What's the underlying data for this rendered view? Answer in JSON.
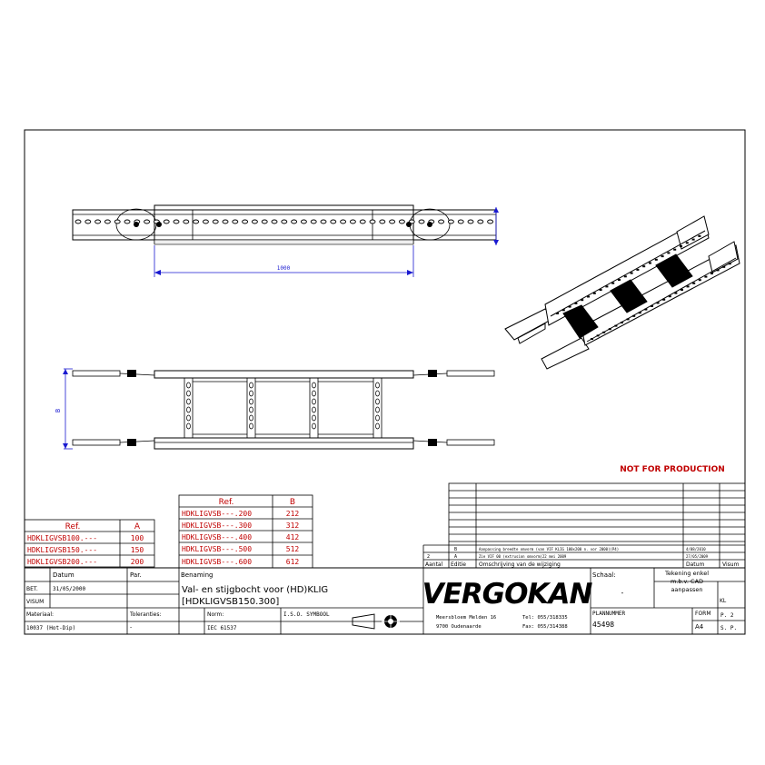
{
  "drawing": {
    "dim_length": "1000",
    "dim_b": "B",
    "watermark": "NOT FOR PRODUCTION"
  },
  "table_a": {
    "headers": [
      "Ref.",
      "A"
    ],
    "rows": [
      [
        "HDKLIGVSB100.---",
        "100"
      ],
      [
        "HDKLIGVSB150.---",
        "150"
      ],
      [
        "HDKLIGVSB200.---",
        "200"
      ]
    ]
  },
  "table_b": {
    "headers": [
      "Ref.",
      "B"
    ],
    "rows": [
      [
        "HDKLIGVSB---.200",
        "212"
      ],
      [
        "HDKLIGVSB---.300",
        "312"
      ],
      [
        "HDKLIGVSB---.400",
        "412"
      ],
      [
        "HDKLIGVSB---.500",
        "512"
      ],
      [
        "HDKLIGVSB---.600",
        "612"
      ]
    ]
  },
  "revisions": {
    "rows": [
      [
        "",
        "B",
        "Aanpassing breedte omvorm (van VIF KLIG 100x200 n. vor 2000)(P4)",
        "4/08/2010",
        ""
      ],
      [
        "2",
        "A",
        "Zie VIF 00 (extrusion omvorm)22 mei 2009",
        "27/05/2009",
        ""
      ]
    ],
    "headers": [
      "Aantal",
      "Editie",
      "Omschrijving van de wijziging",
      "Datum",
      "Visum"
    ]
  },
  "title_block": {
    "datum_label": "Datum",
    "par_label": "Par.",
    "benaming_label": "Benaming",
    "bet_label": "BET.",
    "bet_date": "31/05/2000",
    "visum_label": "VISUM",
    "title_line1": "Val- en stijgbocht voor (HD)KLIG",
    "title_line2": "[HDKLIGVSB150.300]",
    "materiaal_label": "Materiaal:",
    "toleranties_label": "Toleranties:",
    "norm_label": "Norm:",
    "iso_label": "I.S.O. SYMBOOL",
    "materiaal_value": "10037 (Hot-Dip)",
    "toleranties_value": "-",
    "norm_value": "IEC 61537",
    "schaal_label": "Schaal:",
    "schaal_value": "-",
    "note": "Tekening enkel m.b.v. CAD aanpassen",
    "kl": "KL",
    "plannummer_label": "PLANNUMMER",
    "plannummer_value": "45498",
    "form_label": "FORM",
    "form_value": "A4",
    "p_value": "P. 2",
    "sp_value": "S. P."
  },
  "company": {
    "name": "VERGOKAN",
    "address1": "Meersbloem Melden 16",
    "address2": "9700 Oudenaarde",
    "tel": "Tel: 055/318335",
    "fax": "Fax: 055/314388"
  }
}
